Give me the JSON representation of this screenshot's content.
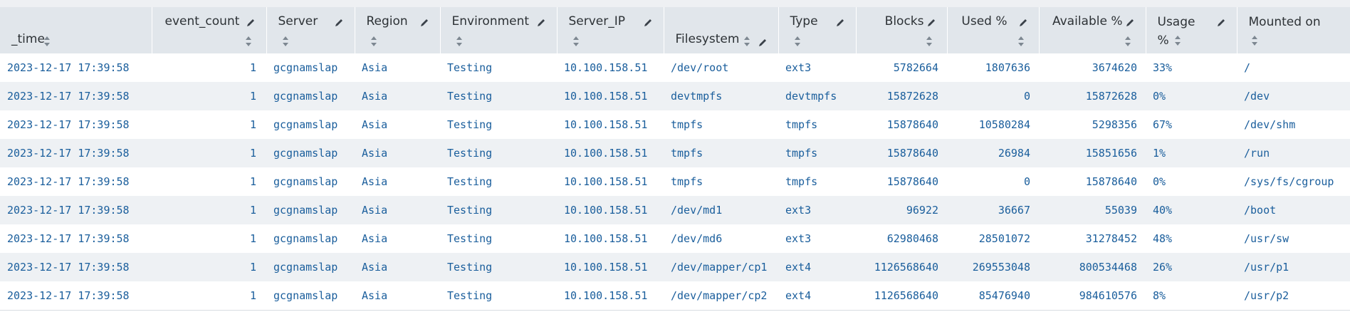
{
  "columns": {
    "time": "_time",
    "event_count": "event_count",
    "server": "Server",
    "region": "Region",
    "environment": "Environment",
    "server_ip": "Server_IP",
    "filesystem": "Filesystem",
    "type": "Type",
    "blocks": "Blocks",
    "used_pct": "Used %",
    "available_pct": "Available %",
    "usage_l1": "Usage",
    "usage_l2": "%",
    "mounted_l1": "Mounted on"
  },
  "rows": [
    [
      "2023-12-17 17:39:58",
      "1",
      "gcgnamslap",
      "Asia",
      "Testing",
      "10.100.158.51",
      "/dev/root",
      "ext3",
      "5782664",
      "1807636",
      "3674620",
      "33%",
      "/"
    ],
    [
      "2023-12-17 17:39:58",
      "1",
      "gcgnamslap",
      "Asia",
      "Testing",
      "10.100.158.51",
      "devtmpfs",
      "devtmpfs",
      "15872628",
      "0",
      "15872628",
      "0%",
      "/dev"
    ],
    [
      "2023-12-17 17:39:58",
      "1",
      "gcgnamslap",
      "Asia",
      "Testing",
      "10.100.158.51",
      "tmpfs",
      "tmpfs",
      "15878640",
      "10580284",
      "5298356",
      "67%",
      "/dev/shm"
    ],
    [
      "2023-12-17 17:39:58",
      "1",
      "gcgnamslap",
      "Asia",
      "Testing",
      "10.100.158.51",
      "tmpfs",
      "tmpfs",
      "15878640",
      "26984",
      "15851656",
      "1%",
      "/run"
    ],
    [
      "2023-12-17 17:39:58",
      "1",
      "gcgnamslap",
      "Asia",
      "Testing",
      "10.100.158.51",
      "tmpfs",
      "tmpfs",
      "15878640",
      "0",
      "15878640",
      "0%",
      "/sys/fs/cgroup"
    ],
    [
      "2023-12-17 17:39:58",
      "1",
      "gcgnamslap",
      "Asia",
      "Testing",
      "10.100.158.51",
      "/dev/md1",
      "ext3",
      "96922",
      "36667",
      "55039",
      "40%",
      "/boot"
    ],
    [
      "2023-12-17 17:39:58",
      "1",
      "gcgnamslap",
      "Asia",
      "Testing",
      "10.100.158.51",
      "/dev/md6",
      "ext3",
      "62980468",
      "28501072",
      "31278452",
      "48%",
      "/usr/sw"
    ],
    [
      "2023-12-17 17:39:58",
      "1",
      "gcgnamslap",
      "Asia",
      "Testing",
      "10.100.158.51",
      "/dev/mapper/cp1",
      "ext4",
      "1126568640",
      "269553048",
      "800534468",
      "26%",
      "/usr/p1"
    ],
    [
      "2023-12-17 17:39:58",
      "1",
      "gcgnamslap",
      "Asia",
      "Testing",
      "10.100.158.51",
      "/dev/mapper/cp2",
      "ext4",
      "1126568640",
      "85476940",
      "984610576",
      "8%",
      "/usr/p2"
    ]
  ],
  "colors": {
    "header_bg": "#e1e6eb",
    "row_alt_bg": "#eef1f4",
    "cell_text": "#1a5e9c",
    "header_text": "#2d3236"
  },
  "icons": {
    "edit": "pencil-icon",
    "sort": "sort-icon"
  }
}
